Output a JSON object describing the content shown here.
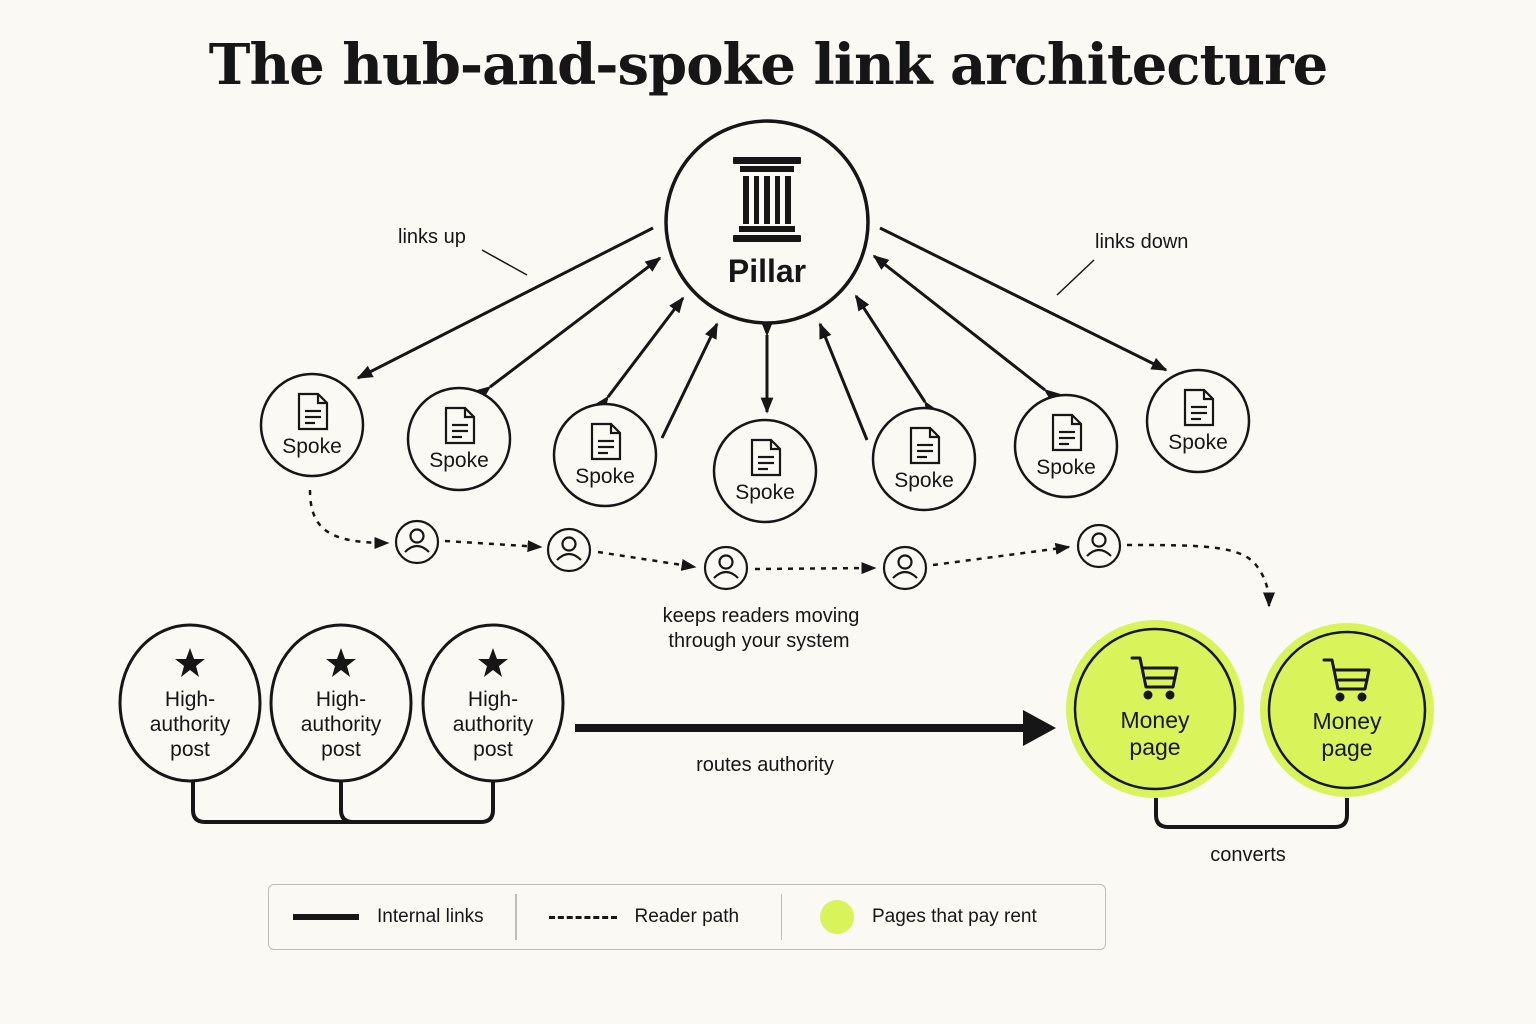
{
  "title": "The hub-and-spoke link architecture",
  "pillar": {
    "label": "Pillar",
    "icon": "pillar-icon"
  },
  "spokes": [
    {
      "label": "Spoke",
      "icon": "document-icon"
    },
    {
      "label": "Spoke",
      "icon": "document-icon"
    },
    {
      "label": "Spoke",
      "icon": "document-icon"
    },
    {
      "label": "Spoke",
      "icon": "document-icon"
    },
    {
      "label": "Spoke",
      "icon": "document-icon"
    },
    {
      "label": "Spoke",
      "icon": "document-icon"
    },
    {
      "label": "Spoke",
      "icon": "document-icon"
    }
  ],
  "annotations": {
    "links_up": "links up",
    "links_down": "links down",
    "reader_line1": "keeps readers moving",
    "reader_line2": "through your system",
    "routes": "routes authority",
    "converts": "converts"
  },
  "authority_posts": [
    {
      "line1": "High-",
      "line2": "authority",
      "line3": "post",
      "icon": "star-icon"
    },
    {
      "line1": "High-",
      "line2": "authority",
      "line3": "post",
      "icon": "star-icon"
    },
    {
      "line1": "High-",
      "line2": "authority",
      "line3": "post",
      "icon": "star-icon"
    }
  ],
  "money_pages": [
    {
      "line1": "Money",
      "line2": "page",
      "icon": "cart-icon"
    },
    {
      "line1": "Money",
      "line2": "page",
      "icon": "cart-icon"
    }
  ],
  "legend": {
    "internal_links": "Internal links",
    "reader_path": "Reader path",
    "pages_pay_rent": "Pages that pay rent"
  },
  "colors": {
    "ink": "#161616",
    "background": "#fbf9f3",
    "money_fill": "#d9f45a",
    "legend_border": "#bdbdbd"
  }
}
